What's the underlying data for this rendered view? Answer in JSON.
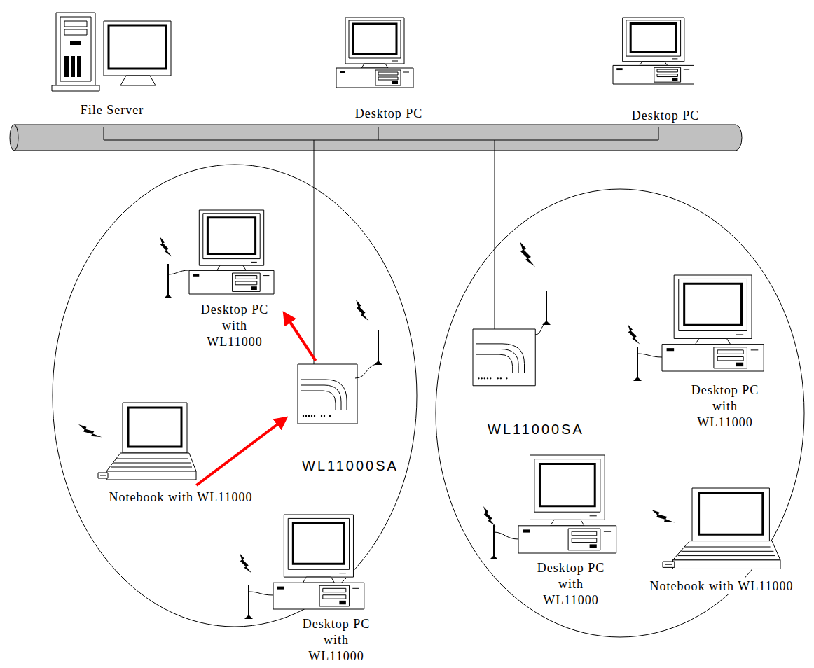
{
  "diagram": {
    "nodes": [
      {
        "text": [
          "File Server"
        ]
      },
      {
        "text": [
          "Desktop PC"
        ]
      },
      {
        "text": [
          "Desktop PC"
        ]
      },
      {
        "text": [
          "Desktop PC with WL11000"
        ]
      },
      {
        "text": [
          "WL11000SA"
        ]
      },
      {
        "text": [
          "Notebook with WL11000"
        ]
      },
      {
        "text": [
          "Desktop PC with WL11000"
        ]
      },
      {
        "text": [
          "WL11000SA"
        ]
      },
      {
        "text": [
          "Desktop PC with WL11000"
        ]
      },
      {
        "text": [
          "Desktop PC with WL11000"
        ]
      },
      {
        "text": [
          "Notebook with WL11000"
        ]
      }
    ],
    "edges": [
      {
        "from": 5,
        "to": 4,
        "arrow": "to"
      },
      {
        "from": 4,
        "to": 3,
        "arrow": "to"
      }
    ]
  }
}
